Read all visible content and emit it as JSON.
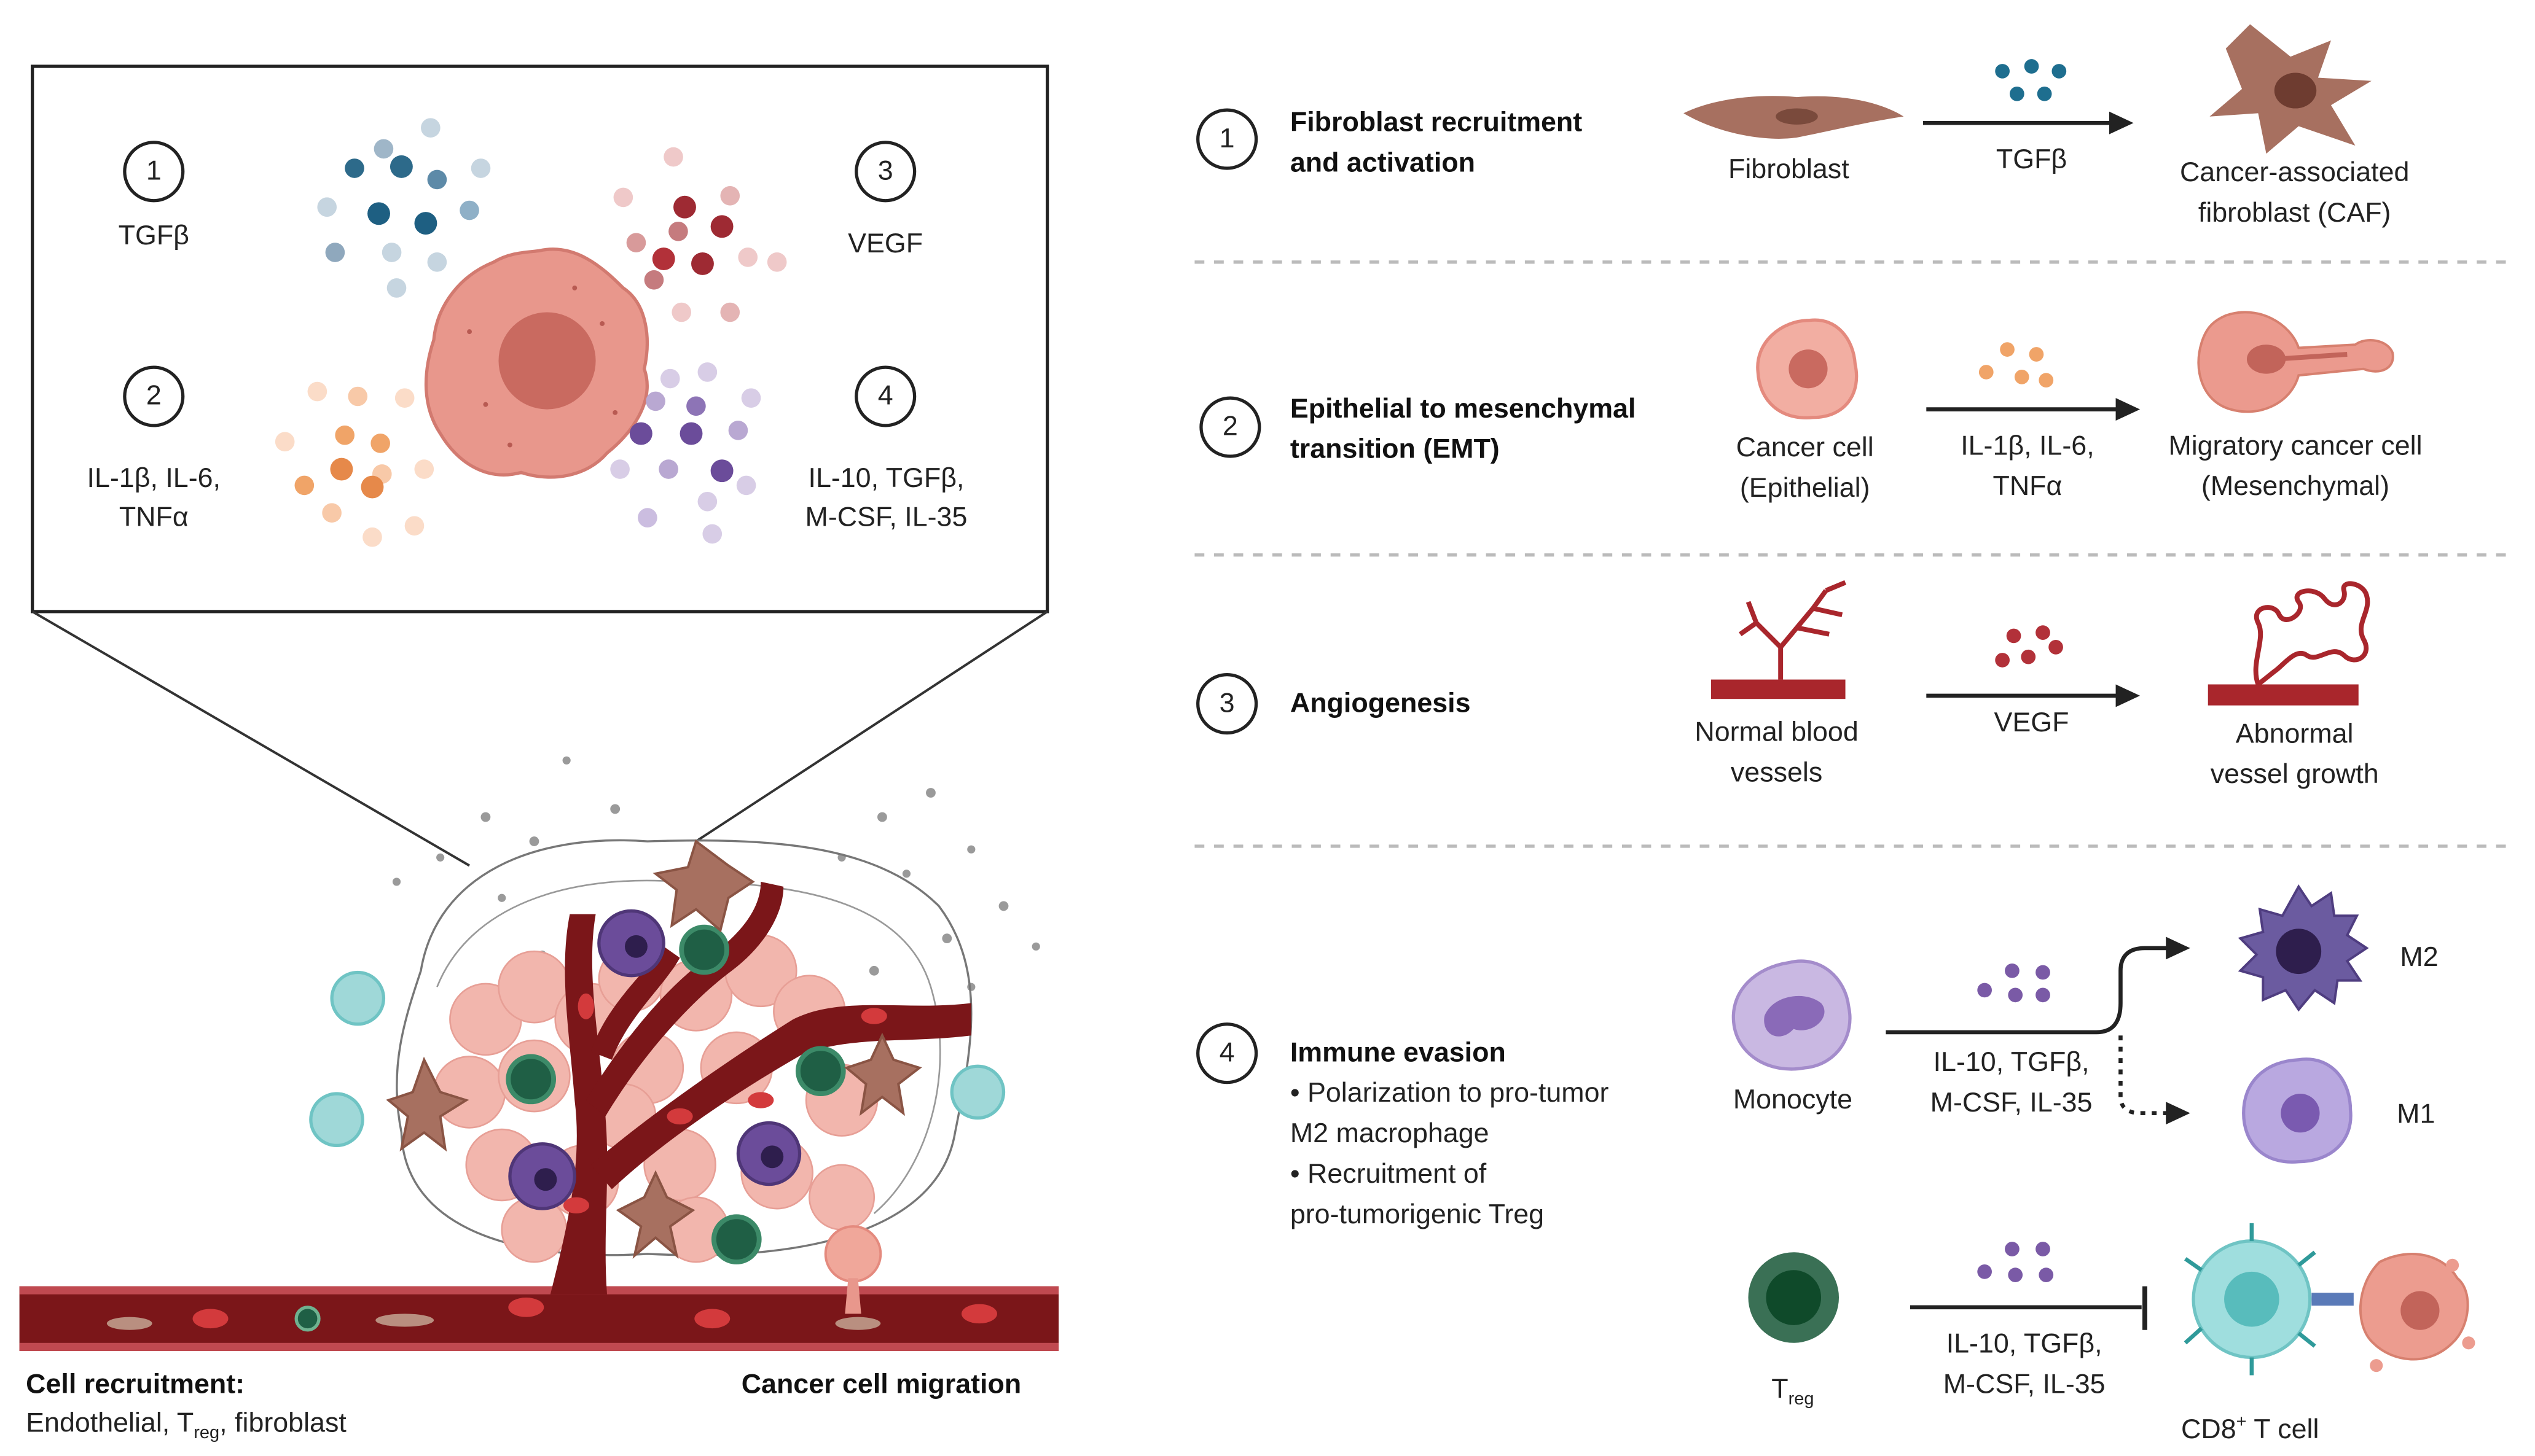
{
  "inset": {
    "items": [
      {
        "num": "1",
        "label": "TGFβ"
      },
      {
        "num": "2",
        "label_lines": [
          "IL-1β, IL-6,",
          "TNFα"
        ]
      },
      {
        "num": "3",
        "label": "VEGF"
      },
      {
        "num": "4",
        "label_lines": [
          "IL-10, TGFβ,",
          "M-CSF, IL-35"
        ]
      }
    ]
  },
  "bottom_left": {
    "title": "Cell recruitment:",
    "text_prefix": "Endothelial, T",
    "text_sub": "reg",
    "text_suffix": ", fibroblast",
    "right_title": "Cancer cell migration"
  },
  "rows": [
    {
      "num": "1",
      "title_lines": [
        "Fibroblast recruitment",
        "and activation"
      ],
      "from": "Fibroblast",
      "signal": "TGFβ",
      "to_lines": [
        "Cancer-associated",
        "fibroblast (CAF)"
      ]
    },
    {
      "num": "2",
      "title_lines": [
        "Epithelial to mesenchymal",
        "transition (EMT)"
      ],
      "from_lines": [
        "Cancer cell",
        "(Epithelial)"
      ],
      "signal_lines": [
        "IL-1β, IL-6,",
        "TNFα"
      ],
      "to_lines": [
        "Migratory cancer cell",
        "(Mesenchymal)"
      ]
    },
    {
      "num": "3",
      "title": "Angiogenesis",
      "from_lines": [
        "Normal blood",
        "vessels"
      ],
      "signal": "VEGF",
      "to_lines": [
        "Abnormal",
        "vessel growth"
      ]
    },
    {
      "num": "4",
      "title": "Immune evasion",
      "bullets": [
        "• Polarization to pro-tumor",
        "M2 macrophage",
        "• Recruitment of",
        "pro-tumorigenic Treg"
      ],
      "from": "Monocyte",
      "signal_lines": [
        "IL-10, TGFβ,",
        "M-CSF, IL-35"
      ],
      "to_a": "M2",
      "to_b": "M1",
      "treg_main": "T",
      "treg_sub": "reg",
      "signal2_lines": [
        "IL-10, TGFβ,",
        "M-CSF, IL-35"
      ],
      "tcell_sup": "+",
      "tcell_prefix": "CD8",
      "tcell_suffix": " T cell"
    }
  ],
  "colors": {
    "teal": "#1e6e8f",
    "salmon": "#e8978c",
    "orange": "#f0a468",
    "red": "#b23139",
    "purple": "#7a5aa6",
    "fibroblast": "#a77060",
    "vessel": "#7b1619",
    "treg": "#1f5f45"
  }
}
